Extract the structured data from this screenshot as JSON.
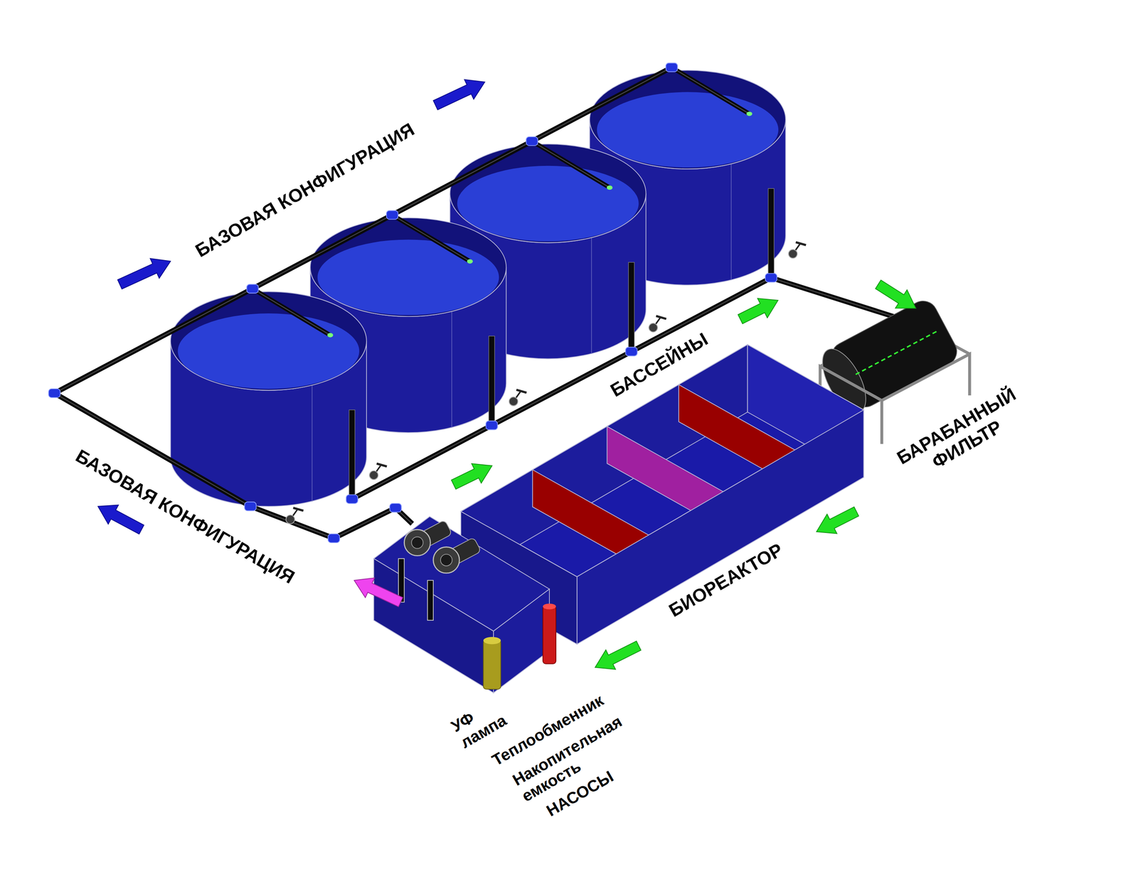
{
  "diagram": {
    "labels": [
      "БАЗОВАЯ КОНФИГУРАЦИЯ",
      "БАССЕЙНЫ",
      "БАРАБАННЫЙ ФИЛЬТР",
      "БАЗОВАЯ КОНФИГУРАЦИЯ",
      "БИОРЕАКТОР",
      "УФ лампа",
      "Теплообменник",
      "Накопительная емкость",
      "НАСОСЫ"
    ]
  }
}
